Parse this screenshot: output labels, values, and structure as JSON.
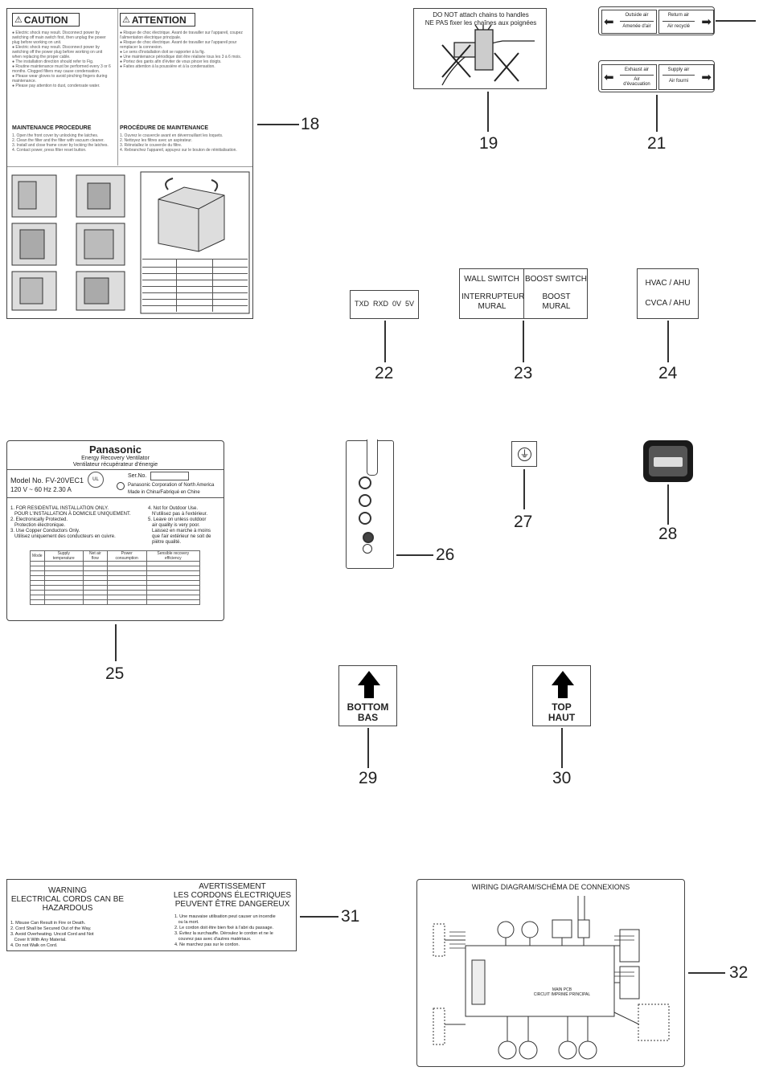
{
  "callouts": [
    "18",
    "19",
    "21",
    "22",
    "23",
    "24",
    "25",
    "26",
    "27",
    "28",
    "29",
    "30",
    "31",
    "32"
  ],
  "label18": {
    "caution": "CAUTION",
    "attention": "ATTENTION",
    "maint_en": "MAINTENANCE PROCEDURE",
    "maint_fr": "PROCÉDURE DE MAINTENANCE"
  },
  "label19": {
    "line1": "DO NOT attach chains to handles",
    "line2": "NE PAS fixer les chaînes aux poignées"
  },
  "label20": {
    "outside_en": "Outside air",
    "outside_fr": "Amenée d'air",
    "return_en": "Return air",
    "return_fr": "Air recyclé"
  },
  "label21": {
    "exhaust_en": "Exhaust air",
    "exhaust_fr": "Air d'évacuation",
    "supply_en": "Supply air",
    "supply_fr": "Air fourni"
  },
  "label22": {
    "text": "TXD  RXD  0V  5V"
  },
  "label23": {
    "wall_en": "WALL SWITCH",
    "boost_en": "BOOST SWITCH",
    "wall_fr": "INTERRUPTEUR MURAL",
    "boost_fr": "BOOST MURAL"
  },
  "label24": {
    "line1": "HVAC / AHU",
    "line2": "CVCA / AHU"
  },
  "label25": {
    "brand": "Panasonic",
    "product_en": "Energy Recovery Ventilator",
    "product_fr": "Ventilateur récupérateur d'énergie",
    "model": "Model No. FV-20VEC1",
    "serno": "Ser.No.",
    "rating": "120 V ~ 60 Hz  2.30 A",
    "company": "Panasonic Corporation of North America",
    "made_in": "Made in China/Fabriqué en Chine",
    "notes_left": [
      "1. FOR RESIDENTIAL INSTALLATION ONLY.",
      "   POUR L'INSTALLATION À DOMICILE UNIQUEMENT.",
      "2. Electronically Protected.",
      "   Protection électronique.",
      "3. Use Copper Conductors Only.",
      "   Utilisez uniquement des conducteurs en cuivre."
    ],
    "notes_right": [
      "4. Not for Outdoor Use.",
      "   N'utilisez pas à l'extérieur.",
      "5. Leave on unless outdoor",
      "   air quality is very poor.",
      "   Laissez en marche à moins",
      "   que l'air extérieur ne soit de",
      "   piètre qualité."
    ],
    "table_headers": [
      "Mode",
      "Supply temperature",
      "Net air flow",
      "Power consumption",
      "Sensible recovery efficiency"
    ]
  },
  "label29": {
    "en": "BOTTOM",
    "fr": "BAS"
  },
  "label30": {
    "en": "TOP",
    "fr": "HAUT"
  },
  "label31": {
    "warn_en": "WARNING",
    "warn_en2": "ELECTRICAL CORDS CAN BE",
    "warn_en3": "HAZARDOUS",
    "items_en": [
      "1. Misuse Can Result in Fire or Death.",
      "2. Cord Shall be Secured Out of the Way.",
      "3. Avoid Overheating. Uncoil Cord and Not",
      "   Cover It With Any Material.",
      "4. Do not Walk on Cord."
    ],
    "warn_fr": "AVERTISSEMENT",
    "warn_fr2": "LES CORDONS ÉLECTRIQUES",
    "warn_fr3": "PEUVENT  ÊTRE DANGEREUX",
    "items_fr": [
      "1. Une mauvaise utilisation peut causer un incendie",
      "   ou la mort.",
      "2. Le cordon doit être bien fixé à l'abri du passage.",
      "3. Évitez la surchauffe. Déroulez le cordon et ne le",
      "   couvrez pas avec d'autres matériaux.",
      "4. Ne marchez pas sur le cordon."
    ]
  },
  "label32": {
    "title": "WIRING DIAGRAM/SCHÉMA DE CONNEXIONS",
    "pcb": "MAIN PCB",
    "pcb_fr": "CIRCUIT IMPRIMÉ PRINCIPAL"
  }
}
